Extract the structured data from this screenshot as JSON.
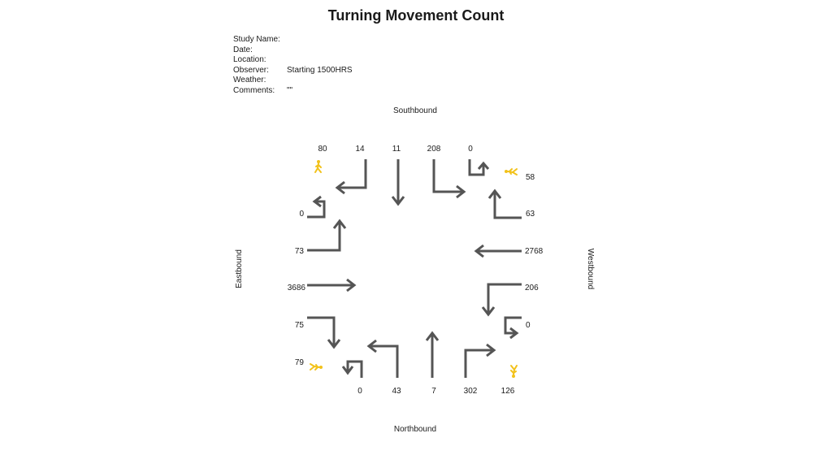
{
  "title": "Turning Movement Count",
  "info": [
    {
      "label": "Study Name:",
      "value": ""
    },
    {
      "label": "Date:",
      "value": ""
    },
    {
      "label": "Location:",
      "value": ""
    },
    {
      "label": "Observer:",
      "value": "Starting 1500HRS"
    },
    {
      "label": "Weather:",
      "value": ""
    },
    {
      "label": "Comments:",
      "value": "\"\""
    }
  ],
  "directions": {
    "southbound": "Southbound",
    "northbound": "Northbound",
    "eastbound": "Eastbound",
    "westbound": "Westbound"
  },
  "counts": {
    "southbound": {
      "pedestrians_west": "80",
      "right": "14",
      "through": "11",
      "left": "208",
      "u_turn": "0"
    },
    "westbound": {
      "pedestrians_north": "58",
      "right": "63",
      "through": "2768",
      "left": "206",
      "u_turn": "0"
    },
    "northbound": {
      "pedestrians_east": "126",
      "u_turn": "0",
      "left": "43",
      "through": "7",
      "right": "302"
    },
    "eastbound": {
      "u_turn": "0",
      "left": "73",
      "through": "3686",
      "right": "75",
      "pedestrians_south": "79"
    }
  },
  "colors": {
    "arrow": "#555555",
    "pedestrian": "#f2c21b",
    "text": "#1a1a1a"
  },
  "icons": {
    "pedestrian": "pedestrian-icon"
  }
}
